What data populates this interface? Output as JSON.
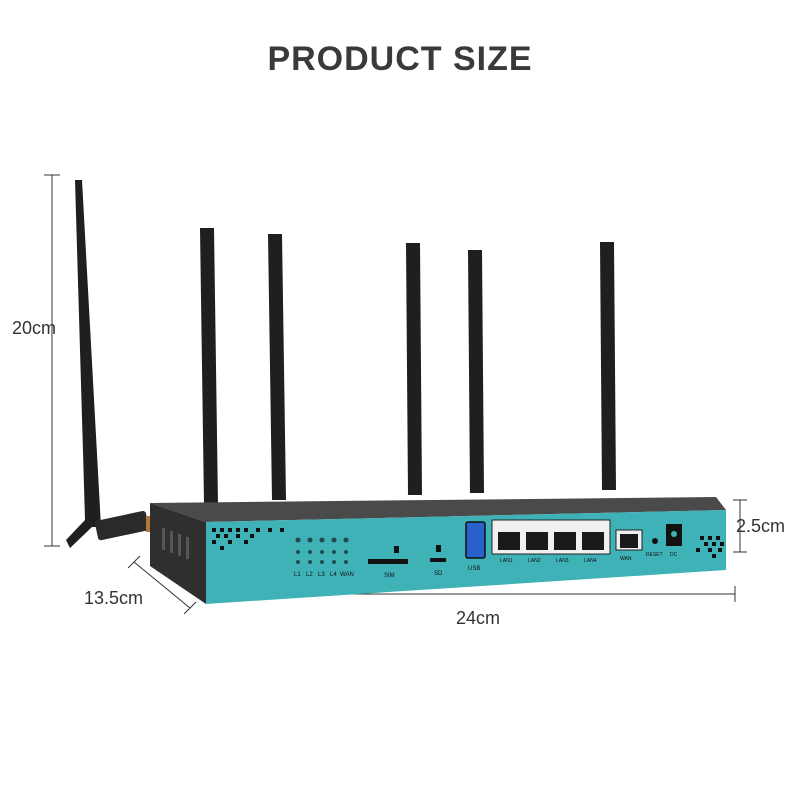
{
  "heading": "PRODUCT SIZE",
  "dimensions": {
    "height": "20cm",
    "width": "24cm",
    "depth": "13.5cm",
    "thickness": "2.5cm"
  },
  "led_labels": [
    "L1",
    "L2",
    "L3",
    "L4",
    "WAN"
  ],
  "slot_labels": {
    "sim": "SIM",
    "sd": "SD",
    "usb": "USB"
  },
  "port_labels": [
    "LAN1",
    "LAN2",
    "LAN3",
    "LAN4",
    "WAN"
  ],
  "button_labels": {
    "reset": "RESET",
    "dc": "DC"
  },
  "colors": {
    "panel": "#3fb2b7",
    "body": "#3b3b3b",
    "antenna": "#1e1e1e"
  }
}
